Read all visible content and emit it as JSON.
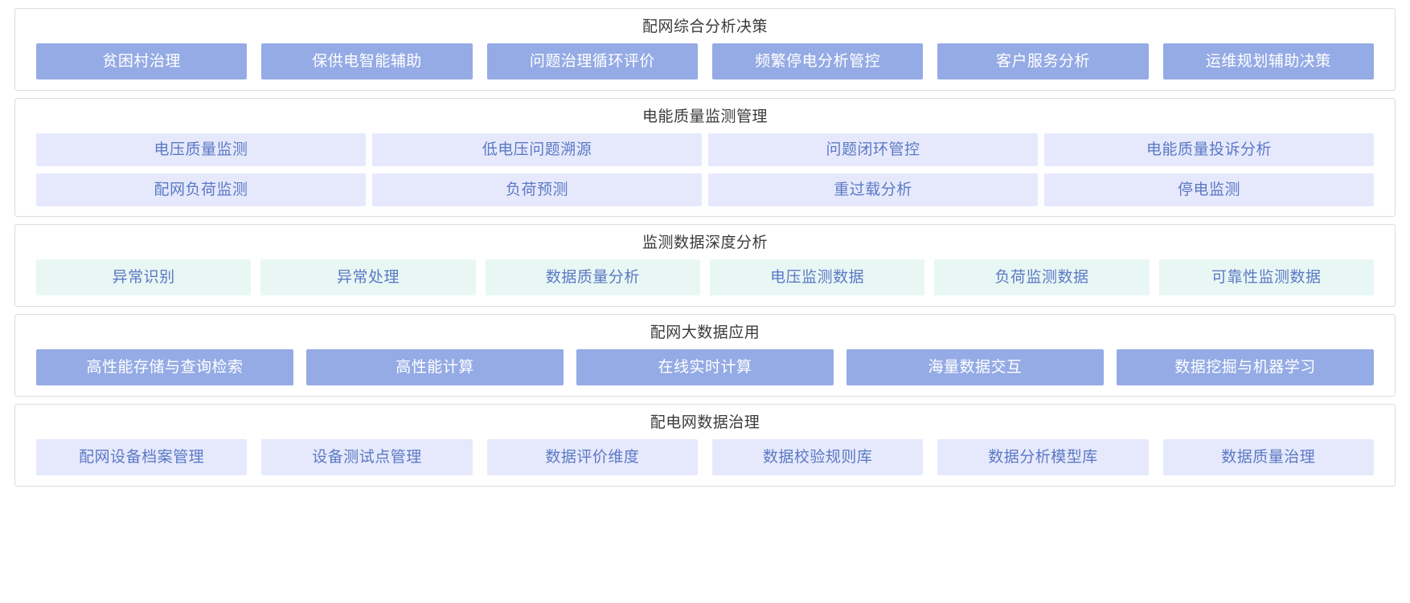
{
  "page": {
    "background": "#ffffff",
    "panel_border_color": "#dcdcdc",
    "title_color": "#3b3b3b",
    "accent_solid_blue": "#95abe5",
    "accent_lavender": "#e6e9fc",
    "accent_mint": "#e8f7f4",
    "label_blue_text": "#5b79c4"
  },
  "panels": [
    {
      "title": "配网综合分析决策",
      "style": "solid-blue",
      "rows": [
        [
          {
            "label": "贫困村治理"
          },
          {
            "label": "保供电智能辅助"
          },
          {
            "label": "问题治理循环评价"
          },
          {
            "label": "频繁停电分析管控"
          },
          {
            "label": "客户服务分析"
          },
          {
            "label": "运维规划辅助决策"
          }
        ]
      ]
    },
    {
      "title": "电能质量监测管理",
      "style": "lavender",
      "rows": [
        [
          {
            "label": "电压质量监测"
          },
          {
            "label": "低电压问题溯源"
          },
          {
            "label": "问题闭环管控"
          },
          {
            "label": "电能质量投诉分析"
          }
        ],
        [
          {
            "label": "配网负荷监测"
          },
          {
            "label": "负荷预测"
          },
          {
            "label": "重过载分析"
          },
          {
            "label": "停电监测"
          }
        ]
      ]
    },
    {
      "title": "监测数据深度分析",
      "style": "mint",
      "rows": [
        [
          {
            "label": "异常识别"
          },
          {
            "label": "异常处理"
          },
          {
            "label": "数据质量分析"
          },
          {
            "label": "电压监测数据"
          },
          {
            "label": "负荷监测数据"
          },
          {
            "label": "可靠性监测数据"
          }
        ]
      ]
    },
    {
      "title": "配网大数据应用",
      "style": "solid-blue",
      "rows": [
        [
          {
            "label": "高性能存储与查询检索"
          },
          {
            "label": "高性能计算"
          },
          {
            "label": "在线实时计算"
          },
          {
            "label": "海量数据交互"
          },
          {
            "label": "数据挖掘与机器学习"
          }
        ]
      ]
    },
    {
      "title": "配电网数据治理",
      "style": "lavender",
      "rows": [
        [
          {
            "label": "配网设备档案管理"
          },
          {
            "label": "设备测试点管理"
          },
          {
            "label": "数据评价维度"
          },
          {
            "label": "数据校验规则库"
          },
          {
            "label": "数据分析模型库"
          },
          {
            "label": "数据质量治理"
          }
        ]
      ]
    }
  ]
}
